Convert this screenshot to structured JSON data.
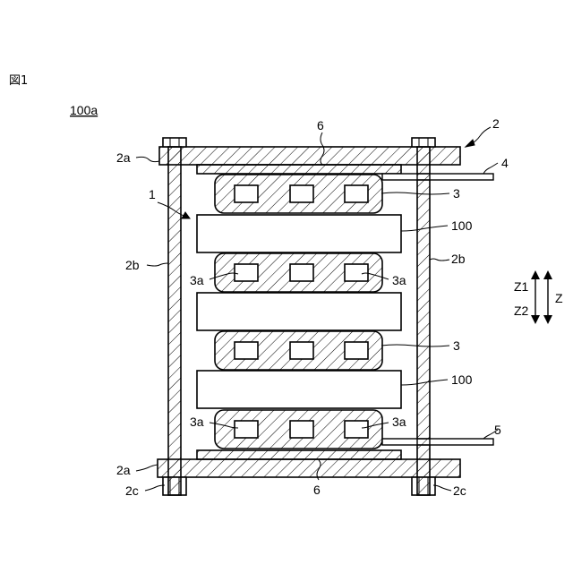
{
  "figure": {
    "caption": "図1",
    "assembly_label": "100a"
  },
  "labels": {
    "frame": "2",
    "plate_top": "2a",
    "plate_bottom": "2a",
    "rod_left": "2b",
    "rod_right": "2b",
    "nut_left": "2c",
    "nut_right": "2c",
    "stack": "1",
    "cooler_upper": "3",
    "cooler_mid": "3",
    "module_upper": "100",
    "module_lower": "100",
    "tube_3a_1_left": "3a",
    "tube_3a_1_right": "3a",
    "tube_3a_2_left": "3a",
    "tube_3a_2_right": "3a",
    "inlet_pipe": "4",
    "outlet_pipe": "5",
    "spring_top": "6",
    "spring_bottom": "6"
  },
  "axis": {
    "z1": "Z1",
    "z2": "Z2",
    "z": "Z"
  }
}
